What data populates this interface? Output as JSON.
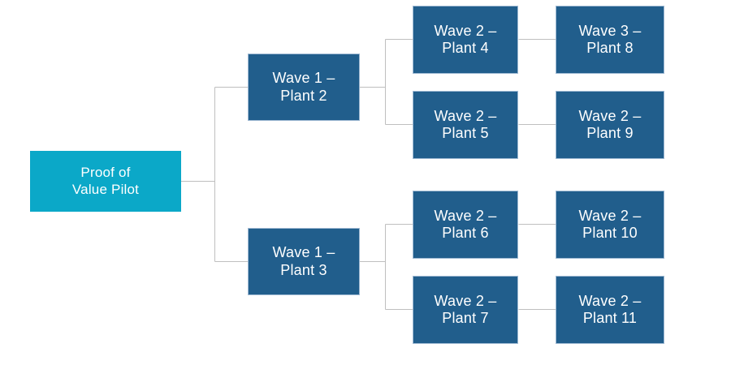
{
  "diagram": {
    "type": "hierarchy-tree",
    "orientation": "left-to-right",
    "colors": {
      "root_fill": "#0BA8C8",
      "node_fill": "#215E8C",
      "node_border": "#9DB8D2",
      "connector": "#BFBFBF",
      "text": "#FFFFFF",
      "background": "#FFFFFF"
    },
    "nodes": {
      "root": {
        "label": "Proof of\nValue Pilot"
      },
      "wave1_plant2": {
        "label": "Wave 1 –\nPlant 2"
      },
      "wave1_plant3": {
        "label": "Wave 1 –\nPlant 3"
      },
      "wave2_plant4": {
        "label": "Wave 2 –\nPlant 4"
      },
      "wave3_plant8": {
        "label": "Wave 3 –\nPlant 8"
      },
      "wave2_plant5": {
        "label": "Wave 2 –\nPlant 5"
      },
      "wave2_plant9": {
        "label": "Wave 2 –\nPlant 9"
      },
      "wave2_plant6": {
        "label": "Wave 2 –\nPlant 6"
      },
      "wave2_plant10": {
        "label": "Wave 2 –\nPlant 10"
      },
      "wave2_plant7": {
        "label": "Wave 2 –\nPlant 7"
      },
      "wave2_plant11": {
        "label": "Wave 2 –\nPlant 11"
      }
    },
    "edges": [
      {
        "from": "root",
        "to": "wave1_plant2"
      },
      {
        "from": "root",
        "to": "wave1_plant3"
      },
      {
        "from": "wave1_plant2",
        "to": "wave2_plant4"
      },
      {
        "from": "wave1_plant2",
        "to": "wave2_plant5"
      },
      {
        "from": "wave1_plant3",
        "to": "wave2_plant6"
      },
      {
        "from": "wave1_plant3",
        "to": "wave2_plant7"
      },
      {
        "from": "wave2_plant4",
        "to": "wave3_plant8"
      },
      {
        "from": "wave2_plant5",
        "to": "wave2_plant9"
      },
      {
        "from": "wave2_plant6",
        "to": "wave2_plant10"
      },
      {
        "from": "wave2_plant7",
        "to": "wave2_plant11"
      }
    ]
  }
}
